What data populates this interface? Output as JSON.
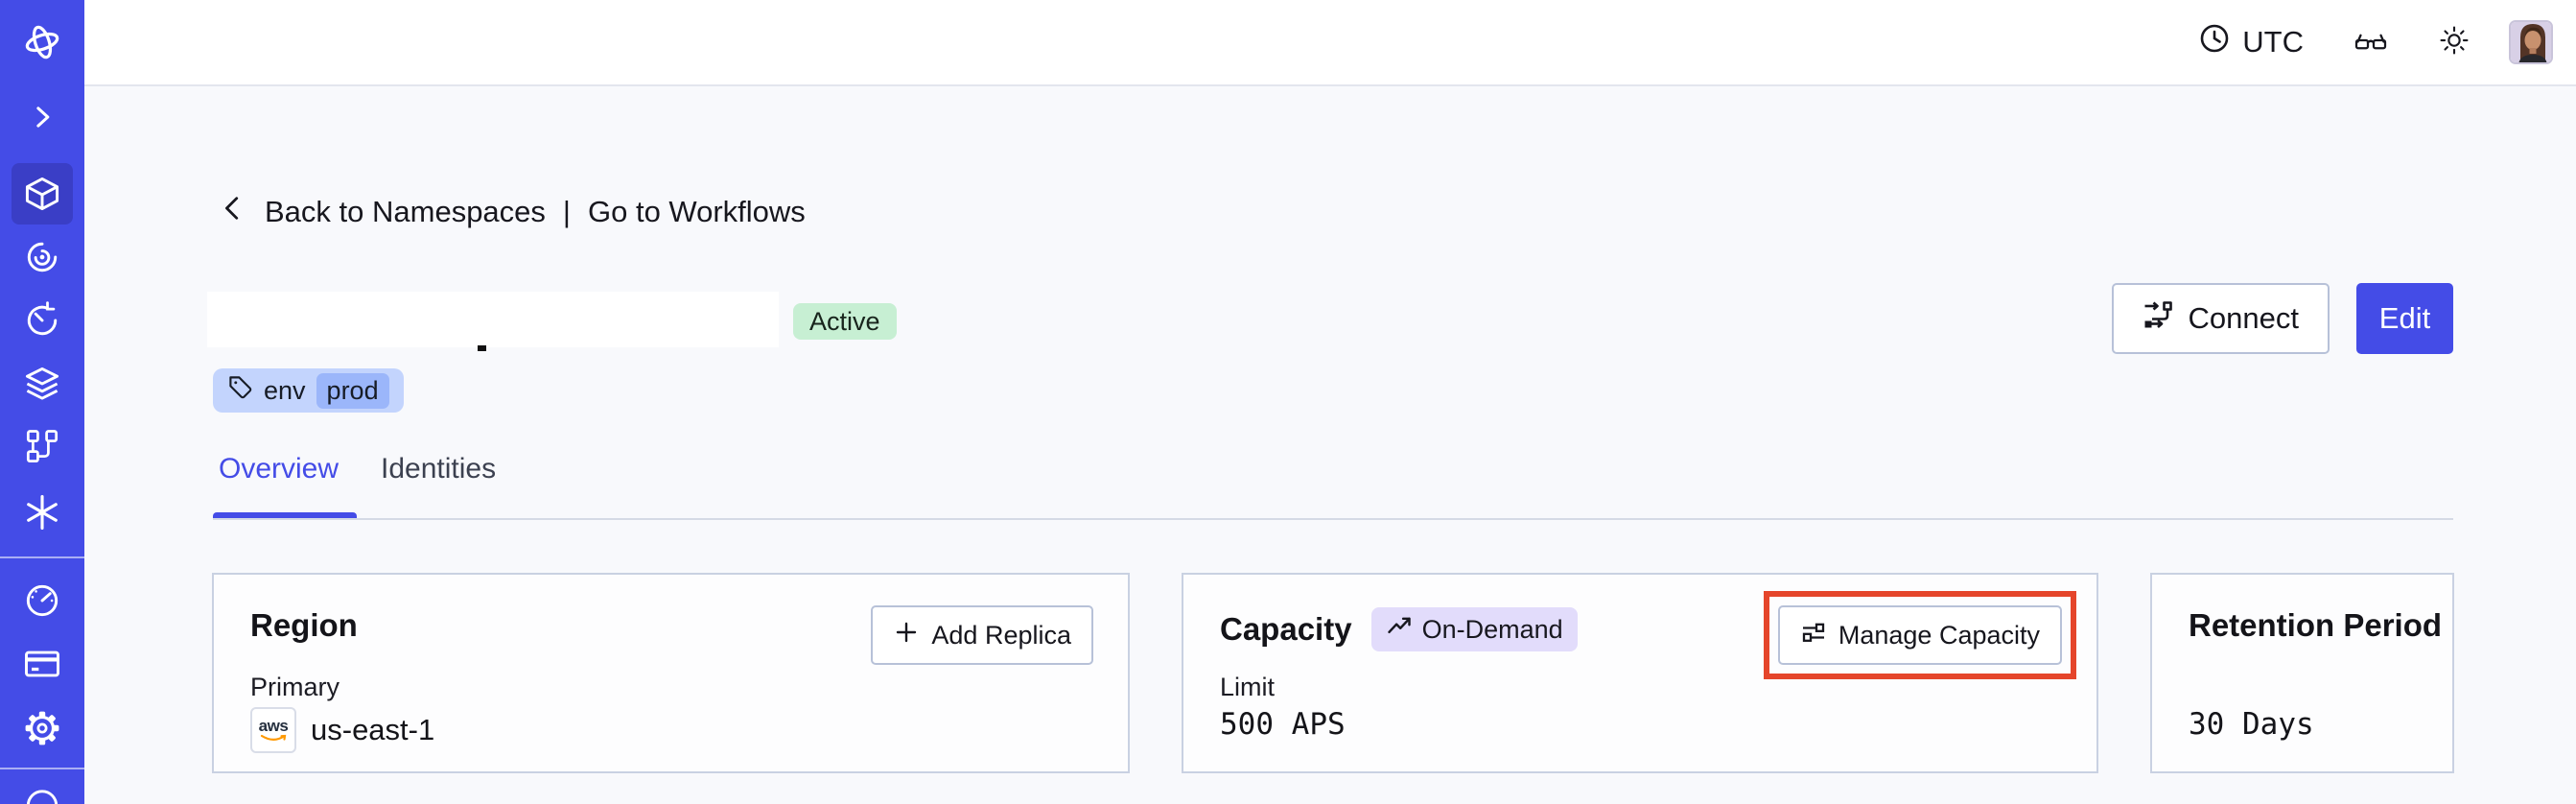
{
  "topbar": {
    "timezone": "UTC",
    "icons": [
      "clock-icon",
      "data-encoder-glasses-icon",
      "theme-sun-icon",
      "user-avatar"
    ]
  },
  "sidebar": {
    "active_item": "namespaces",
    "items": [
      {
        "name": "temporal-logo"
      },
      {
        "name": "expand-sidebar"
      },
      {
        "name": "namespaces",
        "active": true
      },
      {
        "name": "workflows"
      },
      {
        "name": "schedules"
      },
      {
        "name": "deployments"
      },
      {
        "name": "batch-operations"
      },
      {
        "name": "nexus"
      },
      {
        "name": "usage"
      },
      {
        "name": "billing"
      },
      {
        "name": "settings"
      },
      {
        "name": "support"
      }
    ]
  },
  "breadcrumb": {
    "back": "Back to Namespaces",
    "separator": "|",
    "forward": "Go to Workflows"
  },
  "namespace": {
    "name_redacted": true,
    "status": "Active",
    "tag": {
      "key": "env",
      "value": "prod"
    }
  },
  "actions": {
    "connect": "Connect",
    "edit": "Edit"
  },
  "tabs": [
    {
      "label": "Overview",
      "active": true
    },
    {
      "label": "Identities",
      "active": false
    }
  ],
  "cards": {
    "region": {
      "title": "Region",
      "add_replica": "Add Replica",
      "primary_label": "Primary",
      "provider": "aws",
      "region_value": "us-east-1"
    },
    "capacity": {
      "title": "Capacity",
      "badge": "On-Demand",
      "manage_button": "Manage Capacity",
      "limit_label": "Limit",
      "limit_value": "500 APS"
    },
    "retention": {
      "title": "Retention Period",
      "value": "30 Days"
    }
  },
  "colors": {
    "accent_indigo": "#444ce7",
    "highlight_red": "#e5452b",
    "status_green_bg": "#c7efd3",
    "tag_blue_bg": "#c3d4fd",
    "ondemand_purple_bg": "#e2dcfb",
    "page_bg": "#f8f9fc"
  }
}
